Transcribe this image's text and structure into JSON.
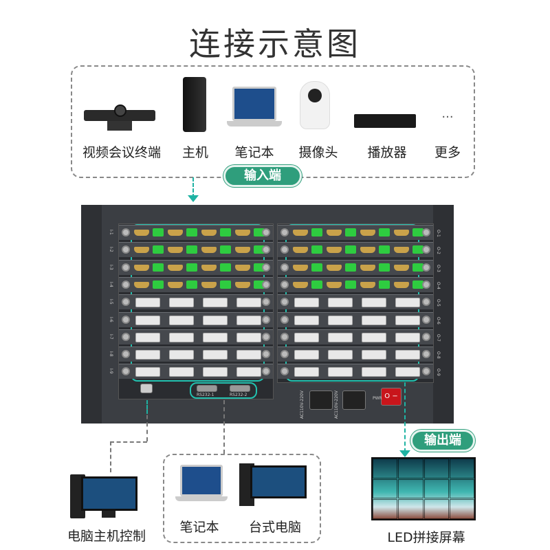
{
  "title": "连接示意图",
  "input_devices": [
    {
      "label": "视频会议终端",
      "icon": "video-conference-terminal-icon"
    },
    {
      "label": "主机",
      "icon": "pc-tower-icon"
    },
    {
      "label": "笔记本",
      "icon": "laptop-icon"
    },
    {
      "label": "摄像头",
      "icon": "camera-icon"
    },
    {
      "label": "播放器",
      "icon": "player-icon"
    },
    {
      "label": "更多",
      "icon": "more-icon",
      "glyph": "···"
    }
  ],
  "input_pill": "输入端",
  "output_pill": "输出端",
  "chassis": {
    "input_labels": [
      "I-1",
      "I-2",
      "I-3",
      "I-4",
      "I-5",
      "I-6",
      "I-7",
      "I-8",
      "I-9"
    ],
    "output_labels": [
      "O-1",
      "O-2",
      "O-3",
      "O-4",
      "O-5",
      "O-6",
      "O-7",
      "O-8",
      "O-9"
    ],
    "hdmi_rows": 4,
    "dvi_rows": 5,
    "rs232": [
      "RS232-1",
      "RS232-2"
    ],
    "power_labels": [
      "AC110V-220V",
      "AC110V-220V"
    ],
    "pwr": "PWR",
    "switch": "O −"
  },
  "control": {
    "label": "电脑主机控制"
  },
  "control_devices": [
    {
      "label": "笔记本"
    },
    {
      "label": "台式电脑"
    }
  ],
  "output": {
    "label": "LED拼接屏幕"
  },
  "colors": {
    "accent": "#2f9e7c",
    "highlight": "#22c2b0",
    "chassis": "#3b3e43"
  }
}
